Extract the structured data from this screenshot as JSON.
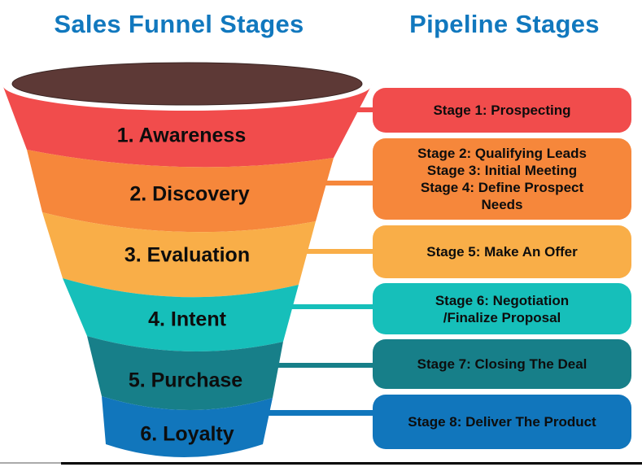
{
  "titles": {
    "left": "Sales Funnel Stages",
    "right": "Pipeline Stages"
  },
  "colors": {
    "title": "#1178BE",
    "funnel_mouth": "#5D3936",
    "rim_white": "#ffffff",
    "label_text": "#0d0d0d",
    "baseline_black": "#000000",
    "baseline_gray": "#ababab"
  },
  "funnel": {
    "stages": [
      {
        "label": "1. Awareness",
        "color": "#F14C4C"
      },
      {
        "label": "2. Discovery",
        "color": "#F6873B"
      },
      {
        "label": "3. Evaluation",
        "color": "#F9AE48"
      },
      {
        "label": "4. Intent",
        "color": "#16BFBA"
      },
      {
        "label": "5. Purchase",
        "color": "#177F89"
      },
      {
        "label": "6. Loyalty",
        "color": "#1176BC"
      }
    ]
  },
  "pipeline": {
    "boxes": [
      {
        "color": "#F14C4C",
        "lines": [
          "Stage 1: Prospecting"
        ]
      },
      {
        "color": "#F6873B",
        "lines": [
          "Stage 2: Qualifying Leads",
          "Stage 3: Initial Meeting",
          "Stage 4: Define Prospect",
          "Needs"
        ]
      },
      {
        "color": "#F9AE48",
        "lines": [
          "Stage 5: Make An Offer"
        ]
      },
      {
        "color": "#16BFBA",
        "lines": [
          "Stage 6: Negotiation",
          "/Finalize Proposal"
        ]
      },
      {
        "color": "#177F89",
        "lines": [
          "Stage 7: Closing The Deal"
        ]
      },
      {
        "color": "#1176BC",
        "lines": [
          "Stage 8: Deliver The Product"
        ]
      }
    ]
  }
}
